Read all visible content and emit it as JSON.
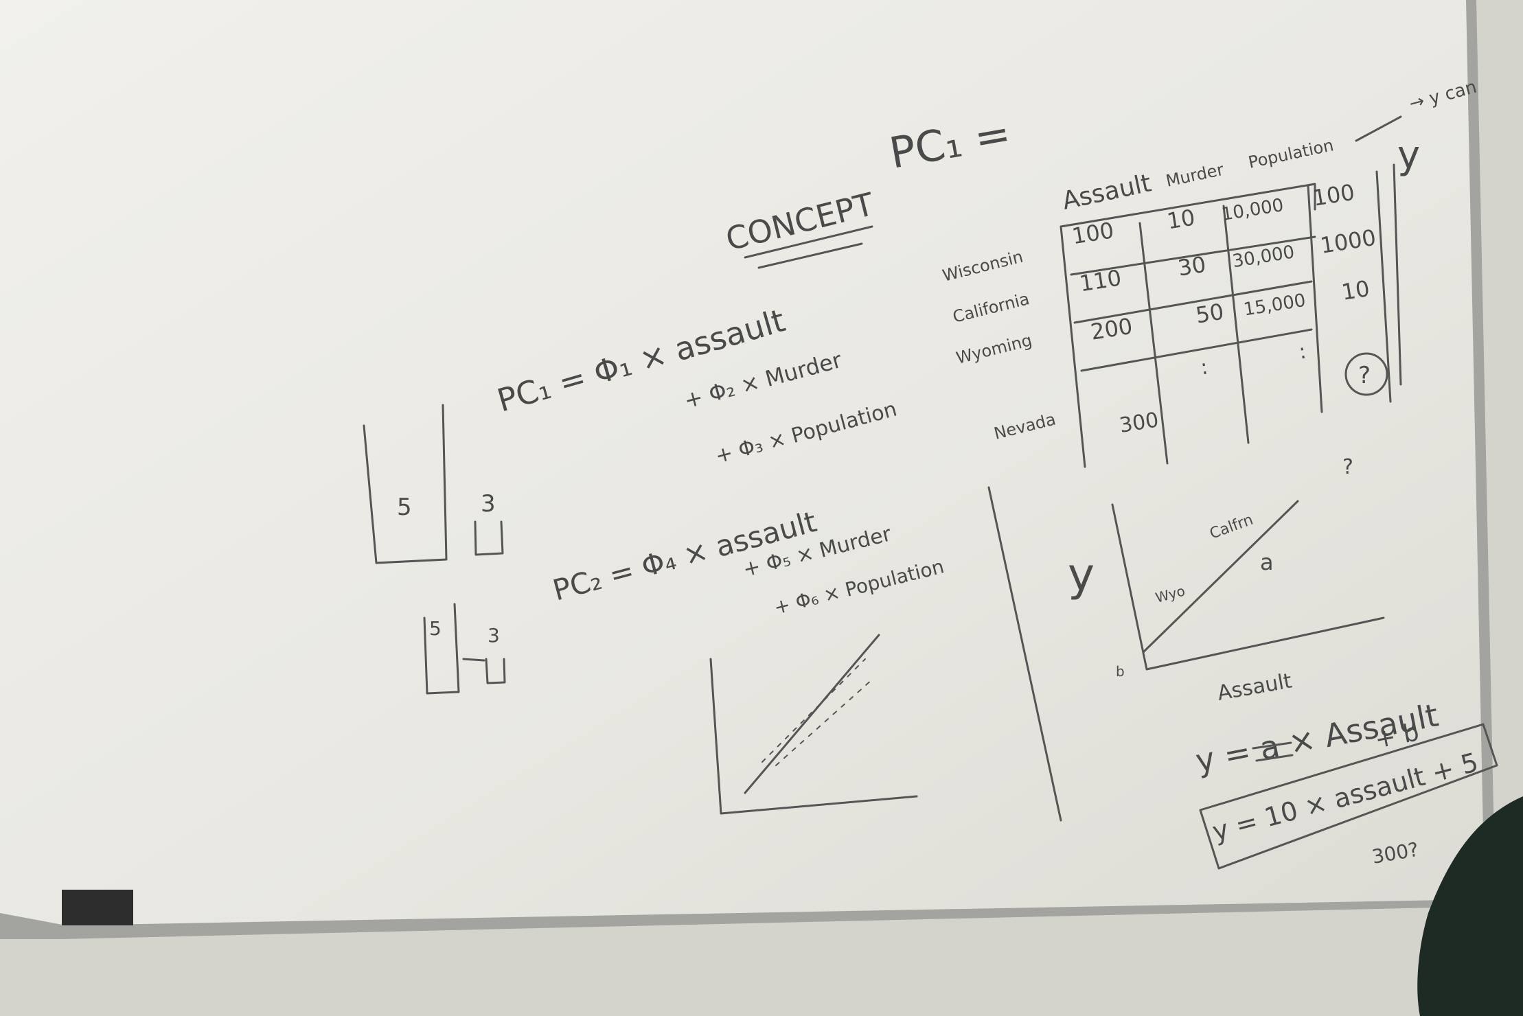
{
  "photo": {
    "subject": "whiteboard",
    "colors": {
      "board": "#ecebe6",
      "frame": "#9a9a9a",
      "ink": "#4a4a4a",
      "wall": "#d6d6cf"
    }
  },
  "whiteboard": {
    "heading_concept": "CONCEPT",
    "heading_pc1": "PC₁ =",
    "pc1_line1": "PC₁ = Φ₁ × assault",
    "pc1_line2": "+ Φ₂ × Murder",
    "pc1_line3": "+ Φ₃ × Population",
    "pc2_line1": "PC₂ = Φ₄ × assault",
    "pc2_line2": "+ Φ₅ × Murder",
    "pc2_line3": "+ Φ₆ × Population",
    "table": {
      "col_headers": [
        "Assault",
        "Murder",
        "Population"
      ],
      "extra_col_label": "y",
      "arrow_label": "→ y can",
      "rows": [
        {
          "label": "Wisconsin",
          "cells": [
            "100",
            "10",
            "10,000",
            "100"
          ]
        },
        {
          "label": "California",
          "cells": [
            "110",
            "30",
            "30,000",
            "1000"
          ]
        },
        {
          "label": "Wyoming",
          "cells": [
            "200",
            "50",
            "15,000",
            "10"
          ]
        },
        {
          "label": "Nevada",
          "cells": [
            "300",
            ":",
            ":",
            "?"
          ]
        }
      ]
    },
    "bars": {
      "big_left": "5",
      "big_right": "3",
      "small_left": "5",
      "small_right": "3"
    },
    "graph": {
      "y_label": "y",
      "x_label": "Assault",
      "point_label_top": "Calfrn",
      "point_label_mid": "Wyo",
      "slope_label": "a",
      "intercept_label": "b",
      "question": "?"
    },
    "equation1": "y = a × Assault",
    "equation1_b": "+ b",
    "equation2": "y = 10 × assault + 5",
    "bottom_note": "300?"
  }
}
